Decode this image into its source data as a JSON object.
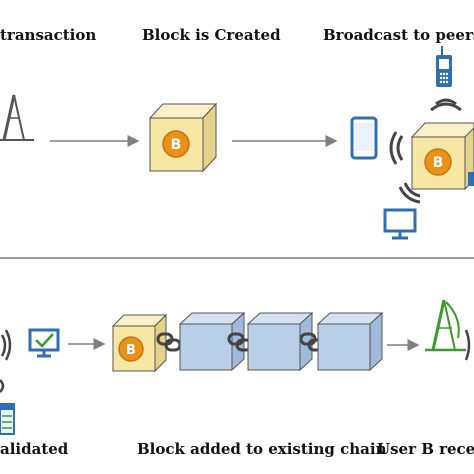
{
  "labels": {
    "step1": "transaction",
    "step2": "Block is Created",
    "step3": "Broadcast to peers i",
    "step4": "alidated",
    "step5": "Block added to existing chain",
    "step6": "User B receiv"
  },
  "colors": {
    "cube_gold_front": "#f6e7a4",
    "cube_gold_top": "#fbf1c6",
    "cube_gold_side": "#e4d18a",
    "coin": "#e8921a",
    "cube_blue_front": "#b9cfe8",
    "cube_blue_top": "#d3e2f3",
    "cube_blue_side": "#9fbadb",
    "arrow": "#7f7f7f",
    "divider": "#9a9a9a",
    "device_blue": "#2f6fb5",
    "tower_green": "#3a9b2a"
  },
  "icons": [
    "antenna-icon",
    "bitcoin-coin-icon",
    "smartphone-icon",
    "mobile-phone-icon",
    "monitor-icon",
    "chain-link-icon",
    "wifi-signal-icon",
    "checkmark-monitor-icon",
    "calendar-icon"
  ]
}
